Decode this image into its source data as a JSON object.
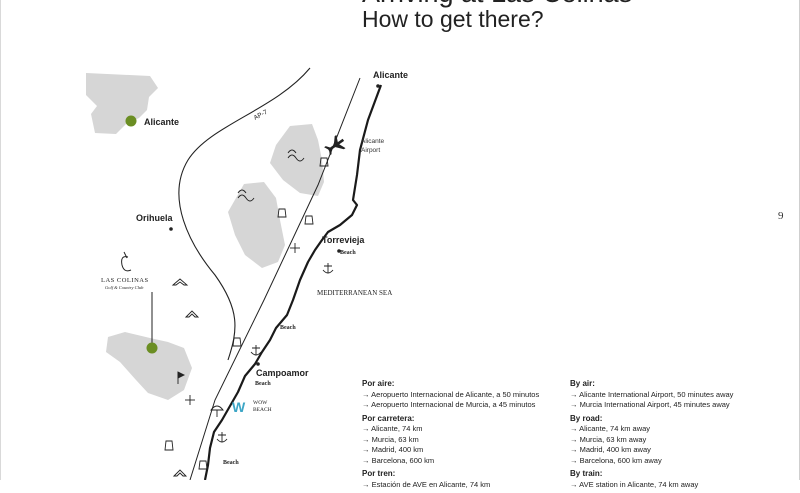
{
  "header": {
    "title_partial": "Arriving at Las Colinas",
    "title": "How to get there?",
    "page_number": "9"
  },
  "map": {
    "inset_city": "Alicante",
    "places": {
      "alicante": "Alicante",
      "alicante_airport": "Alicante\nAirport",
      "orihuela": "Orihuela",
      "torrevieja": "Torrevieja",
      "campoamor": "Campoamor"
    },
    "road_label": "AP-7",
    "sea_label": "MEDITERRANEAN SEA",
    "beach_label": "Beach",
    "las_colinas": {
      "name": "LAS COLINAS",
      "subtitle": "Golf & Country Club"
    },
    "wow_beach": {
      "letter": "W",
      "name": "WOW\nBEACH"
    },
    "colors": {
      "marker": "#6b8e23",
      "land": "#d6d6d6",
      "coast": "#1a1a1a"
    },
    "icons": [
      "airplane-icon",
      "wave-icon",
      "shopping-bag-icon",
      "cross-icon",
      "anchor-icon",
      "umbrella-icon",
      "golf-flag-icon",
      "mountain-icon"
    ]
  },
  "info": {
    "es": {
      "air_title": "Por aire:",
      "air": [
        "Aeropuerto Internacional de Alicante, a 50 minutos",
        "Aeropuerto Internacional de Murcia, a 45 minutos"
      ],
      "road_title": "Por carretera:",
      "road": [
        "Alicante, 74 km",
        "Murcia, 63 km",
        "Madrid, 400 km",
        "Barcelona, 600 km"
      ],
      "train_title": "Por tren:",
      "train": [
        "Estación de AVE en Alicante, 74 km"
      ]
    },
    "en": {
      "air_title": "By air:",
      "air": [
        "Alicante International Airport, 50 minutes away",
        "Murcia International Airport, 45 minutes away"
      ],
      "road_title": "By road:",
      "road": [
        "Alicante, 74 km away",
        "Murcia, 63 km away",
        "Madrid, 400 km away",
        "Barcelona, 600 km away"
      ],
      "train_title": "By train:",
      "train": [
        "AVE station in Alicante, 74 km away"
      ]
    }
  }
}
